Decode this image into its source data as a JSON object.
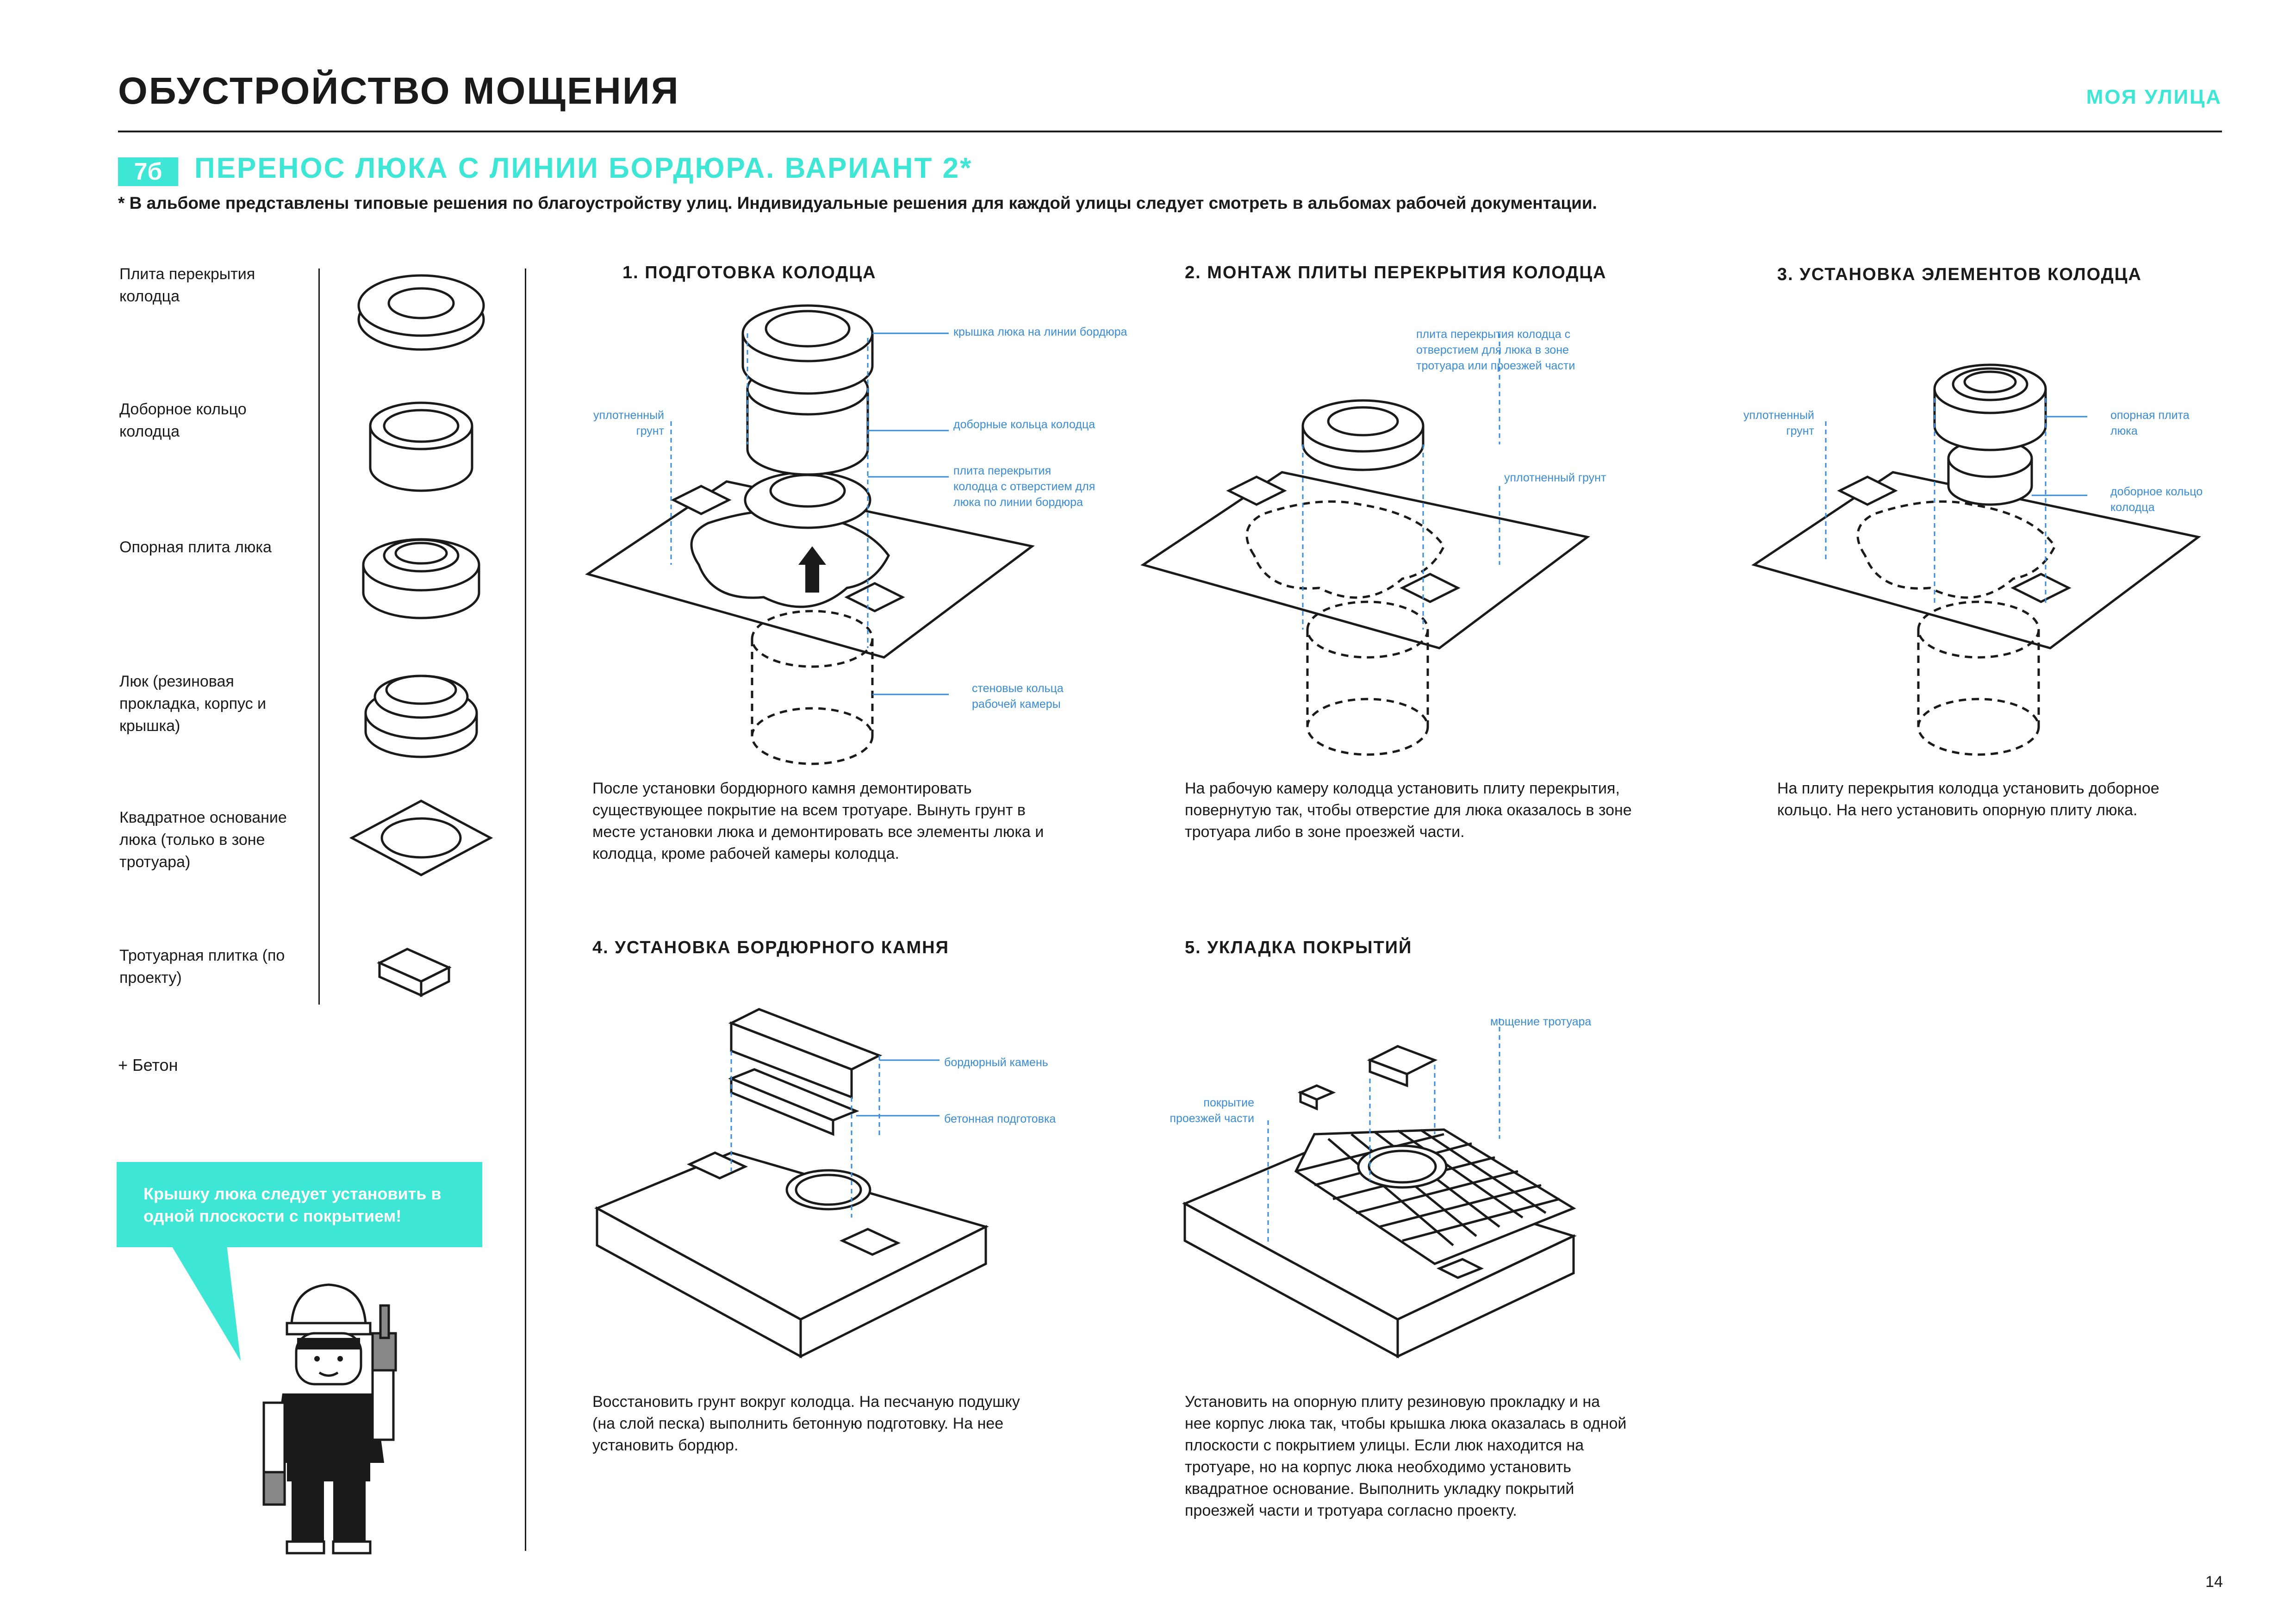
{
  "header": {
    "title": "ОБУСТРОЙСТВО МОЩЕНИЯ",
    "brand": "МОЯ УЛИЦА",
    "badge": "7б",
    "subtitle": "ПЕРЕНОС ЛЮКА С ЛИНИИ БОРДЮРА. ВАРИАНТ 2*",
    "footnote": "* В альбоме представлены типовые решения по благоустройству улиц. Индивидуальные решения для каждой улицы следует смотреть в альбомах рабочей документации."
  },
  "legend": {
    "items": [
      {
        "label": "Плита перекрытия колодца",
        "icon": "slab-icon"
      },
      {
        "label": "Доборное кольцо колодца",
        "icon": "ring-icon"
      },
      {
        "label": "Опорная плита люка",
        "icon": "support-plate-icon"
      },
      {
        "label": "Люк (резиновая прокладка, корпус и крышка)",
        "icon": "hatch-icon"
      },
      {
        "label": "Квадратное основание люка (только в зоне тротуара)",
        "icon": "square-base-icon"
      },
      {
        "label": "Тротуарная плитка (по проекту)",
        "icon": "paving-tile-icon"
      }
    ],
    "extra": "+ Бетон"
  },
  "tip": {
    "text": "Крышку люка следует установить в одной плоскости с покрытием!"
  },
  "steps": [
    {
      "title": "1. ПОДГОТОВКА КОЛОДЦА",
      "text": "После установки бордюрного камня демонтировать существующее покрытие на всем тротуаре. Вынуть грунт в месте установки люка и демонтировать все элементы люка и колодца, кроме рабочей камеры колодца.",
      "notes": [
        "крышка люка на линии бордюра",
        "доборные кольца колодца",
        "плита перекрытия колодца с отверстием для люка по линии бордюра",
        "уплотненный грунт",
        "стеновые кольца рабочей камеры"
      ]
    },
    {
      "title": "2. МОНТАЖ ПЛИТЫ ПЕРЕКРЫТИЯ КОЛОДЦА",
      "text": "На рабочую камеру колодца установить плиту перекрытия, повернутую так, чтобы отверстие для люка оказалось в зоне тротуара либо в зоне проезжей части.",
      "notes": [
        "плита перекрытия колодца с отверстием для люка в зоне тротуара или проезжей части",
        "уплотненный грунт"
      ]
    },
    {
      "title": "3. УСТАНОВКА ЭЛЕМЕНТОВ КОЛОДЦА",
      "text": "На плиту перекрытия колодца установить доборное кольцо. На него установить опорную плиту люка.",
      "notes": [
        "уплотненный грунт",
        "опорная плита люка",
        "доборное кольцо колодца"
      ]
    },
    {
      "title": "4. УСТАНОВКА БОРДЮРНОГО КАМНЯ",
      "text": "Восстановить грунт вокруг колодца. На песчаную подушку (на слой песка) выполнить бетонную подготовку. На нее установить бордюр.",
      "notes": [
        "бордюрный камень",
        "бетонная подготовка"
      ]
    },
    {
      "title": "5. УКЛАДКА ПОКРЫТИЙ",
      "text": "Установить на опорную плиту резиновую прокладку и на нее корпус люка так, чтобы крышка люка оказалась в одной плоскости с покрытием улицы. Если люк находится на тротуаре, но на корпус люка необходимо установить квадратное основание. Выполнить укладку покрытий проезжей части и тротуара согласно проекту.",
      "notes": [
        "мощение тротуара",
        "покрытие проезжей части"
      ]
    }
  ],
  "page_number": "14",
  "colors": {
    "accent": "#3ee6d6",
    "annotation": "#3a8cd6",
    "ink": "#1a1a1a"
  }
}
